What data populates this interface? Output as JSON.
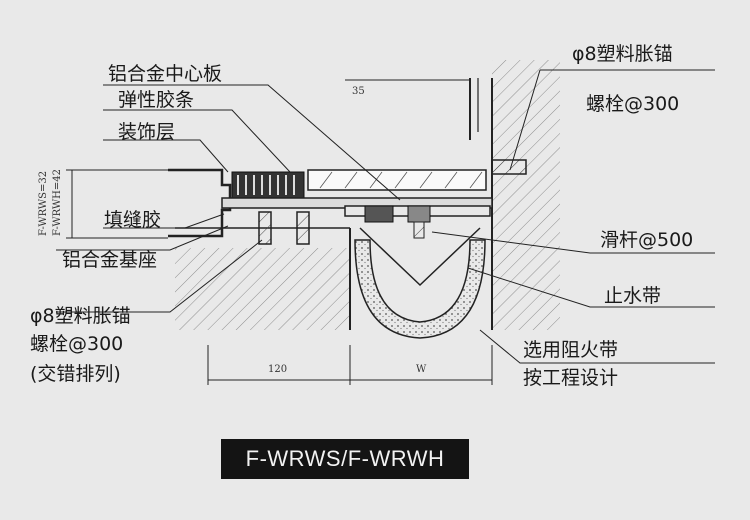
{
  "labels": {
    "center_plate": "铝合金中心板",
    "elastic_strip": "弹性胶条",
    "decor_layer": "装饰层",
    "filler": "填缝胶",
    "base": "铝合金基座",
    "anchor_left_1": "φ8塑料胀锚",
    "anchor_left_2": "螺栓@300",
    "anchor_left_3": "(交错排列)",
    "anchor_right_1": "φ8塑料胀锚",
    "anchor_right_2": "螺栓@300",
    "slide_bar": "滑杆@500",
    "waterstop": "止水带",
    "fire_1": "选用阻火带",
    "fire_2": "按工程设计"
  },
  "dimensions": {
    "height_a": "F-WRWS=32",
    "height_b": "F-WRWH=42",
    "width_left": "120",
    "width_joint": "W",
    "top_offset": "35"
  },
  "caption": "F-WRWS/F-WRWH"
}
